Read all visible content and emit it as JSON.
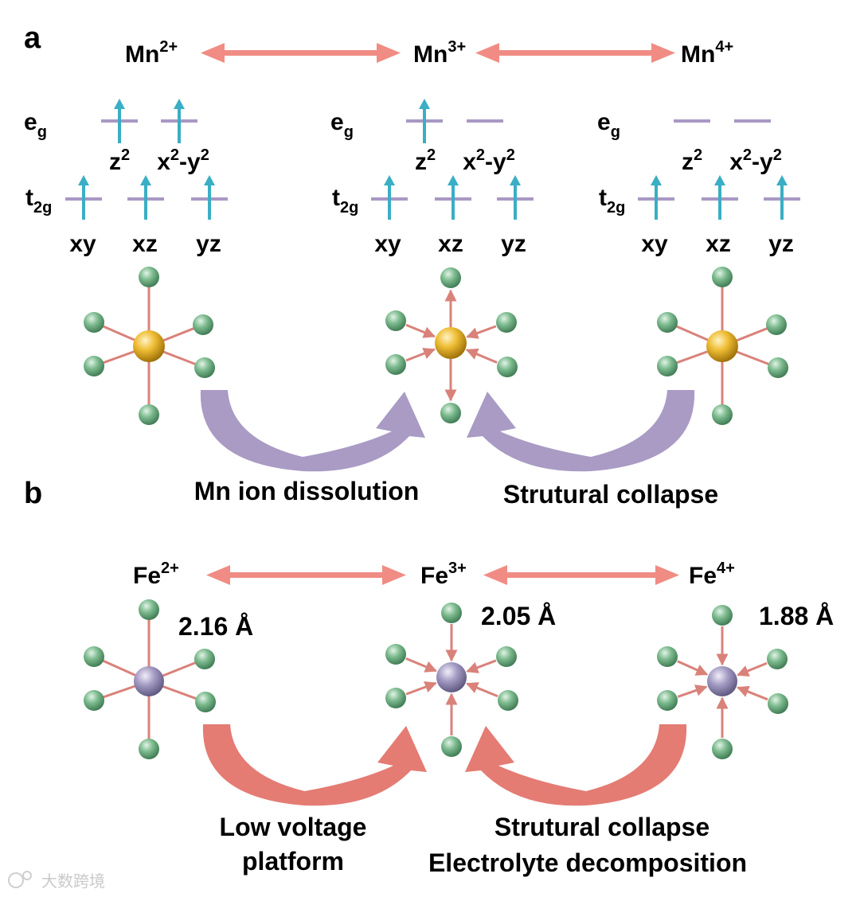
{
  "panels": {
    "a": "a",
    "b": "b"
  },
  "mn": {
    "ions": [
      {
        "base": "Mn",
        "charge": "2+"
      },
      {
        "base": "Mn",
        "charge": "3+"
      },
      {
        "base": "Mn",
        "charge": "4+"
      }
    ],
    "levels": {
      "eg": {
        "base": "e",
        "sub": "g"
      },
      "t2g": {
        "base": "t",
        "sub": "2g"
      }
    },
    "eg_orbitals": [
      {
        "base": "z",
        "sup": "2"
      },
      {
        "pre": "x",
        "pre_sup": "2",
        "mid": "-y",
        "sup": "2"
      }
    ],
    "t2g_orbitals": [
      "xy",
      "xz",
      "yz"
    ],
    "eg_occupancy": [
      2,
      1,
      0
    ],
    "captions": [
      "Mn ion dissolution",
      "Strutural collapse"
    ]
  },
  "fe": {
    "ions": [
      {
        "base": "Fe",
        "charge": "2+",
        "bond": "2.16 Å"
      },
      {
        "base": "Fe",
        "charge": "3+",
        "bond": "2.05 Å"
      },
      {
        "base": "Fe",
        "charge": "4+",
        "bond": "1.88 Å"
      }
    ],
    "captions": [
      [
        "Low voltage",
        "platform"
      ],
      [
        "Strutural collapse",
        "Electrolyte decomposition"
      ]
    ]
  },
  "watermark": "大数跨境",
  "colors": {
    "ion_arrow": "#f08c84",
    "spin_arrow": "#3aaec4",
    "level_line": "#a898c4",
    "bond": "#d9827a",
    "ligand": "#6fb083",
    "mn_atom": "#e8b431",
    "fe_atom": "#9a92b8",
    "mn_curve": "#a99bc4",
    "fe_curve": "#e47c74"
  }
}
